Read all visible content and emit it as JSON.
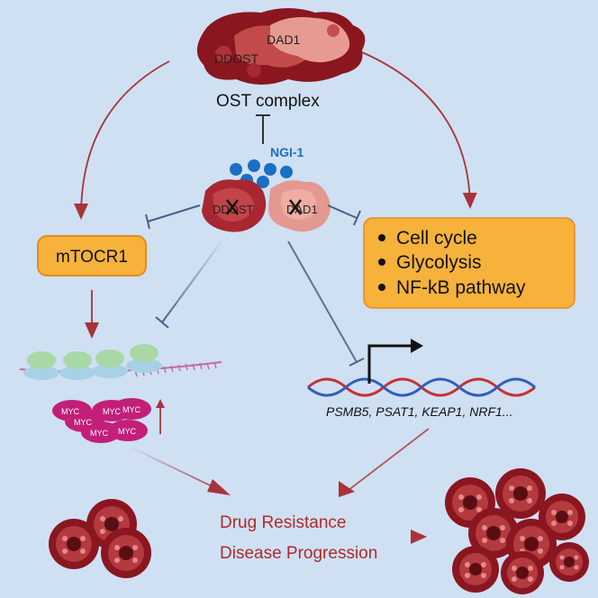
{
  "complex": {
    "title": "OST complex",
    "subunit_left": "DDOST",
    "subunit_right": "DAD1"
  },
  "inhibitor": {
    "label": "NGI-1",
    "dead_left": "DDOST",
    "dead_right": "DAD1"
  },
  "mtor": {
    "label": "mTOCR1"
  },
  "pathways": {
    "items": [
      "Cell cycle",
      "Glycolysis",
      "NF-kB pathway"
    ]
  },
  "genes": {
    "label": "PSMB5, PSAT1, KEAP1, NRF1..."
  },
  "myc": {
    "labels": [
      "MYC",
      "MYC",
      "MYC",
      "MYC",
      "MYC",
      "MYC"
    ]
  },
  "outcome": {
    "line1": "Drug Resistance",
    "line2": "Disease Progression"
  },
  "colors": {
    "background": "#cfe0f3",
    "red_arrow": "#a8333a",
    "inhibit_line": "#4a5f85",
    "box_fill": "#f6b23a",
    "box_stroke": "#e88a1e",
    "ngi_blue": "#1a6fc2",
    "myc": "#c21f78",
    "outcome_text": "#b02a2a"
  }
}
